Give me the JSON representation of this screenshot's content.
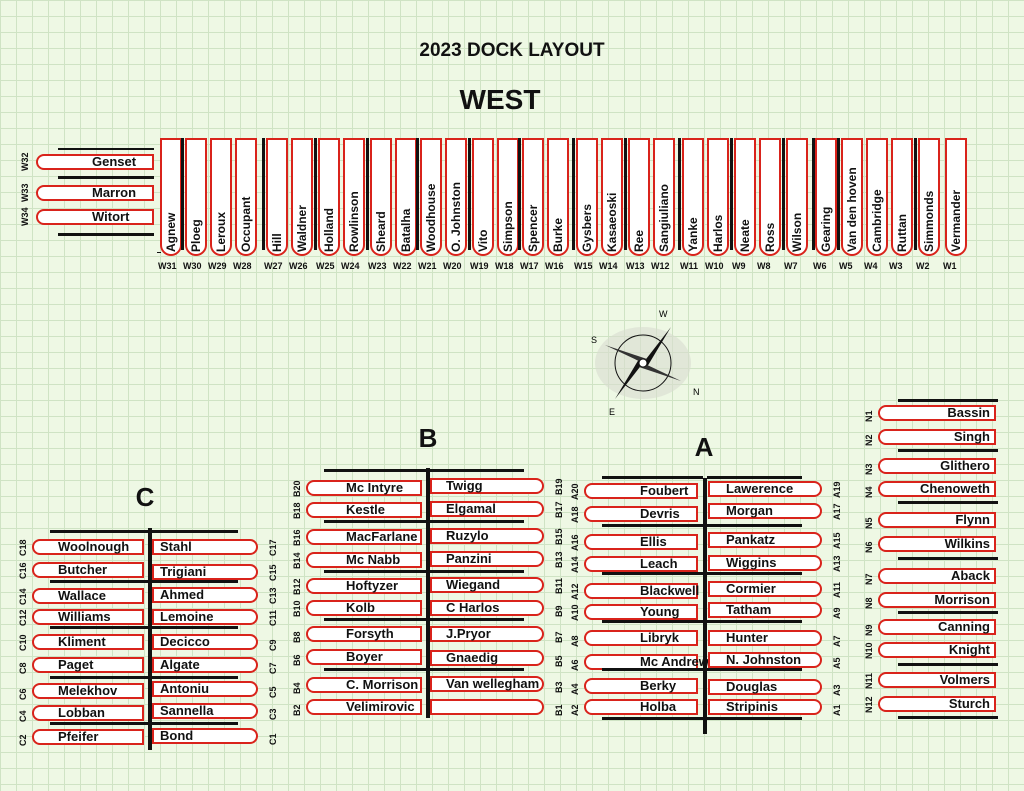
{
  "title": "2023 DOCK LAYOUT",
  "west": {
    "label": "WEST",
    "left_slips": [
      {
        "code": "W32",
        "name": "Genset"
      },
      {
        "code": "W33",
        "name": "Marron"
      },
      {
        "code": "W34",
        "name": "Witort"
      }
    ],
    "slips": [
      {
        "code": "W31",
        "name": "Agnew"
      },
      {
        "code": "W30",
        "name": "Ploeg"
      },
      {
        "code": "W29",
        "name": "Leroux"
      },
      {
        "code": "W28",
        "name": "Occupant"
      },
      {
        "code": "W27",
        "name": "Hill"
      },
      {
        "code": "W26",
        "name": "Waldner"
      },
      {
        "code": "W25",
        "name": "Holland"
      },
      {
        "code": "W24",
        "name": "Rowlinson"
      },
      {
        "code": "W23",
        "name": "Sheard"
      },
      {
        "code": "W22",
        "name": "Batalha"
      },
      {
        "code": "W21",
        "name": "Woodhouse"
      },
      {
        "code": "W20",
        "name": "O. Johnston"
      },
      {
        "code": "W19",
        "name": "Vito"
      },
      {
        "code": "W18",
        "name": "Simpson"
      },
      {
        "code": "W17",
        "name": "Spencer"
      },
      {
        "code": "W16",
        "name": "Burke"
      },
      {
        "code": "W15",
        "name": "Gysbers"
      },
      {
        "code": "W14",
        "name": "Kasaeoski"
      },
      {
        "code": "W13",
        "name": "Ree"
      },
      {
        "code": "W12",
        "name": "Sangiuliano"
      },
      {
        "code": "W11",
        "name": "Yanke"
      },
      {
        "code": "W10",
        "name": "Harlos"
      },
      {
        "code": "W9",
        "name": "Neate"
      },
      {
        "code": "W8",
        "name": "Ross"
      },
      {
        "code": "W7",
        "name": "Wilson"
      },
      {
        "code": "W6",
        "name": "Gearing"
      },
      {
        "code": "W5",
        "name": "Van den hoven"
      },
      {
        "code": "W4",
        "name": "Cambridge"
      },
      {
        "code": "W3",
        "name": "Ruttan"
      },
      {
        "code": "W2",
        "name": "Simmonds"
      },
      {
        "code": "W1",
        "name": "Vermander"
      }
    ]
  },
  "compass": {
    "n": "N",
    "s": "S",
    "e": "E",
    "w": "W"
  },
  "dock_c": {
    "label": "C",
    "left": [
      {
        "code": "C18",
        "name": "Woolnough"
      },
      {
        "code": "C16",
        "name": "Butcher"
      },
      {
        "code": "C14",
        "name": "Wallace"
      },
      {
        "code": "C12",
        "name": "Williams"
      },
      {
        "code": "C10",
        "name": "Kliment"
      },
      {
        "code": "C8",
        "name": "Paget"
      },
      {
        "code": "C6",
        "name": "Melekhov"
      },
      {
        "code": "C4",
        "name": "Lobban"
      },
      {
        "code": "C2",
        "name": "Pfeifer"
      }
    ],
    "right": [
      {
        "code": "C17",
        "name": "Stahl"
      },
      {
        "code": "C15",
        "name": "Trigiani"
      },
      {
        "code": "C13",
        "name": "Ahmed"
      },
      {
        "code": "C11",
        "name": "Lemoine"
      },
      {
        "code": "C9",
        "name": "Decicco"
      },
      {
        "code": "C7",
        "name": "Algate"
      },
      {
        "code": "C5",
        "name": "Antoniu"
      },
      {
        "code": "C3",
        "name": "Sannella"
      },
      {
        "code": "C1",
        "name": "Bond"
      }
    ]
  },
  "dock_b": {
    "label": "B",
    "left": [
      {
        "code": "B20",
        "name": "Mc Intyre"
      },
      {
        "code": "B18",
        "name": "Kestle"
      },
      {
        "code": "B16",
        "name": "MacFarlane"
      },
      {
        "code": "B14",
        "name": "Mc Nabb"
      },
      {
        "code": "B12",
        "name": "Hoftyzer"
      },
      {
        "code": "B10",
        "name": "Kolb"
      },
      {
        "code": "B8",
        "name": "Forsyth"
      },
      {
        "code": "B6",
        "name": "Boyer"
      },
      {
        "code": "B4",
        "name": "C. Morrison"
      },
      {
        "code": "B2",
        "name": "Velimirovic"
      }
    ],
    "right": [
      {
        "code": "B19",
        "name": "Twigg"
      },
      {
        "code": "B17",
        "name": "Elgamal"
      },
      {
        "code": "B15",
        "name": "Ruzylo"
      },
      {
        "code": "B13",
        "name": "Panzini"
      },
      {
        "code": "B11",
        "name": "Wiegand"
      },
      {
        "code": "B9",
        "name": "C Harlos"
      },
      {
        "code": "B7",
        "name": "J.Pryor"
      },
      {
        "code": "B5",
        "name": "Gnaedig"
      },
      {
        "code": "B3",
        "name": "Van wellegham"
      },
      {
        "code": "B1",
        "name": ""
      }
    ]
  },
  "dock_a": {
    "label": "A",
    "left": [
      {
        "code": "A20",
        "name": "Foubert"
      },
      {
        "code": "A18",
        "name": "Devris"
      },
      {
        "code": "A16",
        "name": "Ellis"
      },
      {
        "code": "A14",
        "name": "Leach"
      },
      {
        "code": "A12",
        "name": "Blackwell"
      },
      {
        "code": "A10",
        "name": "Young"
      },
      {
        "code": "A8",
        "name": "Libryk"
      },
      {
        "code": "A6",
        "name": "Mc Andrew"
      },
      {
        "code": "A4",
        "name": "Berky"
      },
      {
        "code": "A2",
        "name": "Holba"
      }
    ],
    "right": [
      {
        "code": "A19",
        "name": "Lawerence"
      },
      {
        "code": "A17",
        "name": "Morgan"
      },
      {
        "code": "A15",
        "name": "Pankatz"
      },
      {
        "code": "A13",
        "name": "Wiggins"
      },
      {
        "code": "A11",
        "name": "Cormier"
      },
      {
        "code": "A9",
        "name": "Tatham"
      },
      {
        "code": "A7",
        "name": "Hunter"
      },
      {
        "code": "A5",
        "name": "N. Johnston"
      },
      {
        "code": "A3",
        "name": "Douglas"
      },
      {
        "code": "A1",
        "name": "Stripinis"
      }
    ]
  },
  "dock_n": {
    "slips": [
      {
        "code": "N1",
        "name": "Bassin"
      },
      {
        "code": "N2",
        "name": "Singh"
      },
      {
        "code": "N3",
        "name": "Glithero"
      },
      {
        "code": "N4",
        "name": "Chenoweth"
      },
      {
        "code": "N5",
        "name": "Flynn"
      },
      {
        "code": "N6",
        "name": "Wilkins"
      },
      {
        "code": "N7",
        "name": "Aback"
      },
      {
        "code": "N8",
        "name": "Morrison"
      },
      {
        "code": "N9",
        "name": "Canning"
      },
      {
        "code": "N10",
        "name": "Knight"
      },
      {
        "code": "N11",
        "name": "Volmers"
      },
      {
        "code": "N12",
        "name": "Sturch"
      }
    ]
  }
}
